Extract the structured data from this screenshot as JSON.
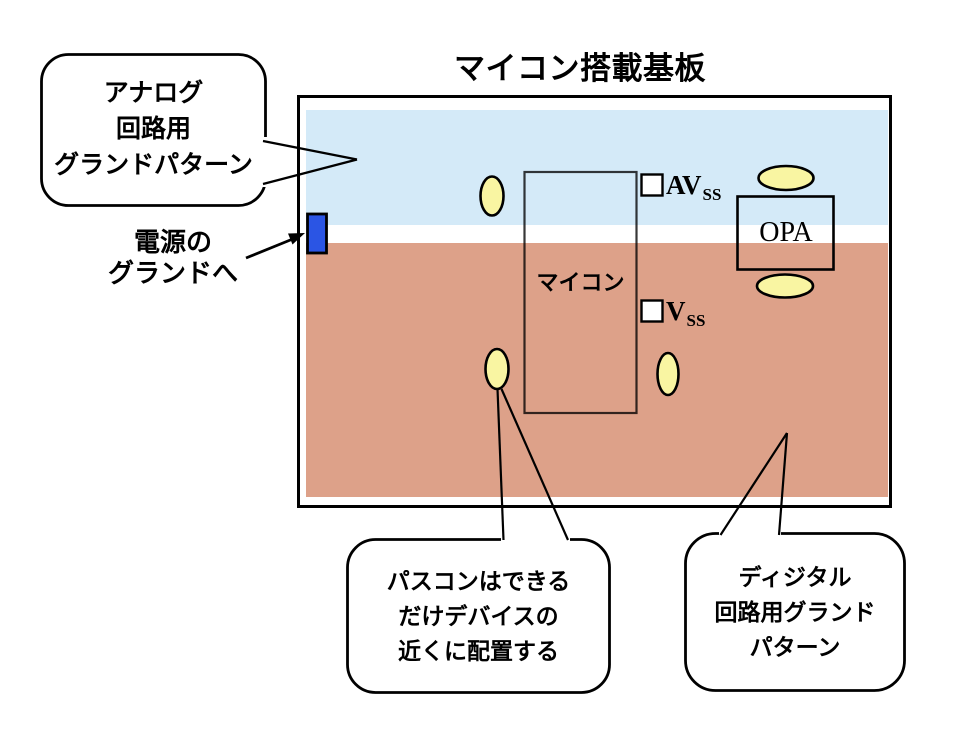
{
  "title": "マイコン搭載基板",
  "colors": {
    "analog_ground_region": "#d4eaf8",
    "digital_ground_region": "#dda189",
    "bypass_capacitor_fill": "#f9f5a2",
    "power_ground_pad": "#2b55e4",
    "outline": "#000000"
  },
  "board": {
    "micon_label": "マイコン",
    "opa_label": "OPA",
    "avss_pin": {
      "name": "AV",
      "subscript": "SS"
    },
    "vss_pin": {
      "name": "V",
      "subscript": "SS"
    },
    "bypass_capacitor_count": 5
  },
  "callouts": {
    "analog_ground": {
      "lines": [
        "アナログ",
        "回路用",
        "グランドパターン"
      ]
    },
    "power_ground": {
      "lines": [
        "電源の",
        "グランドへ"
      ]
    },
    "bypass_capacitor": {
      "lines": [
        "パスコンはできる",
        "だけデバイスの",
        "近くに配置する"
      ]
    },
    "digital_ground": {
      "lines": [
        "ディジタル",
        "回路用グランド",
        "パターン"
      ]
    }
  }
}
